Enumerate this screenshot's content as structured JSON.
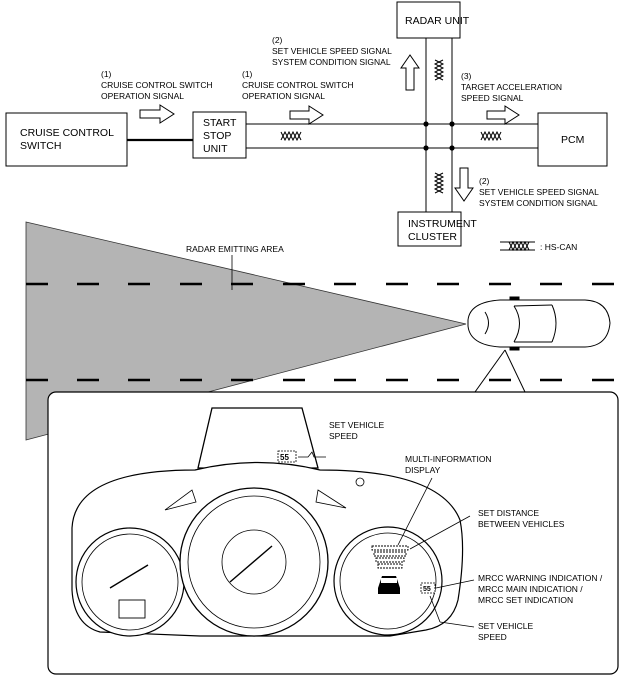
{
  "blocks": {
    "cruise_switch": [
      "CRUISE CONTROL",
      "SWITCH"
    ],
    "start_stop": [
      "START",
      "STOP",
      "UNIT"
    ],
    "radar": "RADAR UNIT",
    "pcm": "PCM",
    "instrument": [
      "INSTRUMENT",
      "CLUSTER"
    ]
  },
  "signals": {
    "sig1_left": [
      "(1)",
      "CRUISE CONTROL SWITCH",
      "OPERATION SIGNAL"
    ],
    "sig1_mid": [
      "(1)",
      "CRUISE CONTROL SWITCH",
      "OPERATION SIGNAL"
    ],
    "sig2_top": [
      "(2)",
      "SET VEHICLE SPEED SIGNAL",
      "SYSTEM CONDITION SIGNAL"
    ],
    "sig3": [
      "(3)",
      "TARGET ACCELERATION",
      "SPEED SIGNAL"
    ],
    "sig2_bottom": [
      "(2)",
      "SET VEHICLE SPEED SIGNAL",
      "SYSTEM CONDITION SIGNAL"
    ]
  },
  "legend": {
    "hs_can": ": HS-CAN"
  },
  "scene": {
    "radar_area": "RADAR EMITTING AREA"
  },
  "cluster": {
    "set_vehicle_speed_top": [
      "SET VEHICLE",
      "SPEED"
    ],
    "mid_display": [
      "MULTI-INFORMATION",
      "DISPLAY"
    ],
    "set_distance": [
      "SET DISTANCE",
      "BETWEEN VEHICLES"
    ],
    "mrcc": [
      "MRCC WARNING INDICATION /",
      "MRCC MAIN INDICATION /",
      "MRCC SET INDICATION"
    ],
    "set_vehicle_speed_bottom": [
      "SET VEHICLE",
      "SPEED"
    ],
    "speed_value": "55"
  },
  "colors": {
    "radar_fill": "#b4b4b4",
    "line": "#000000"
  }
}
